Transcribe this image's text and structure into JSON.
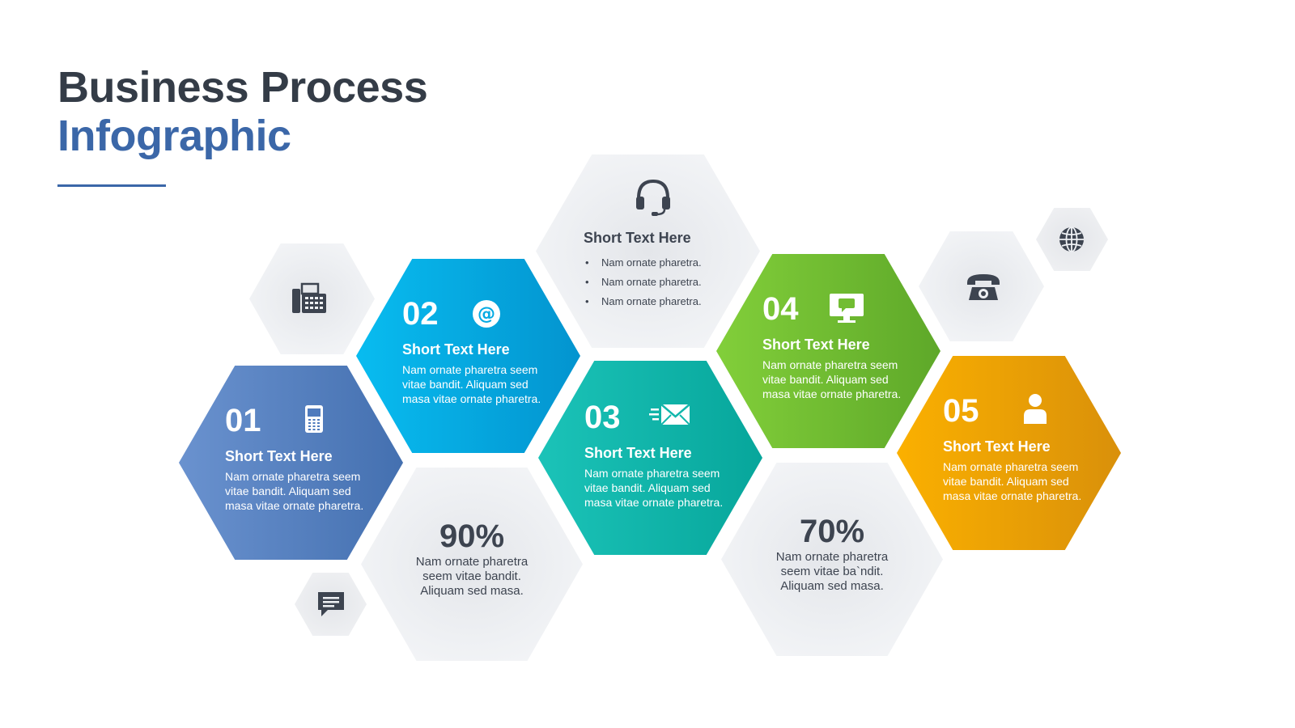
{
  "title": {
    "line1": "Business Process",
    "line2": "Infographic"
  },
  "colors": {
    "step_01": "#4f7bbd",
    "step_02": "#05aae3",
    "step_03": "#12b7ac",
    "step_04": "#72bd32",
    "step_05": "#eca204",
    "dark_text": "#343c47",
    "accent_blue": "#3b67a8"
  },
  "steps": [
    {
      "number": "01",
      "title": "Short Text Here",
      "body": "Nam ornate pharetra seem vitae bandit. Aliquam sed masa vitae ornate pharetra.",
      "icon": "mobile-phone-icon"
    },
    {
      "number": "02",
      "title": "Short Text Here",
      "body": "Nam ornate pharetra seem vitae bandit. Aliquam sed masa vitae ornate pharetra.",
      "icon": "at-sign-icon"
    },
    {
      "number": "03",
      "title": "Short Text Here",
      "body": "Nam ornate pharetra seem vitae bandit. Aliquam sed masa vitae ornate pharetra.",
      "icon": "email-send-icon"
    },
    {
      "number": "04",
      "title": "Short Text Here",
      "body": "Nam ornate pharetra seem vitae bandit. Aliquam sed masa vitae ornate pharetra.",
      "icon": "monitor-chat-icon"
    },
    {
      "number": "05",
      "title": "Short Text Here",
      "body": "Nam ornate pharetra seem vitae bandit. Aliquam sed masa vitae ornate pharetra.",
      "icon": "user-icon"
    }
  ],
  "center": {
    "icon": "headset-icon",
    "title": "Short Text Here",
    "bullets": [
      "Nam ornate pharetra.",
      "Nam ornate pharetra.",
      "Nam ornate pharetra."
    ]
  },
  "stats": [
    {
      "value": "90%",
      "text": "Nam ornate pharetra seem vitae bandit. Aliquam sed masa."
    },
    {
      "value": "70%",
      "text": "Nam ornate pharetra seem vitae ba`ndit. Aliquam sed masa."
    }
  ],
  "decor_icons": [
    "fax-icon",
    "chat-bubble-icon",
    "telephone-icon",
    "globe-icon"
  ]
}
